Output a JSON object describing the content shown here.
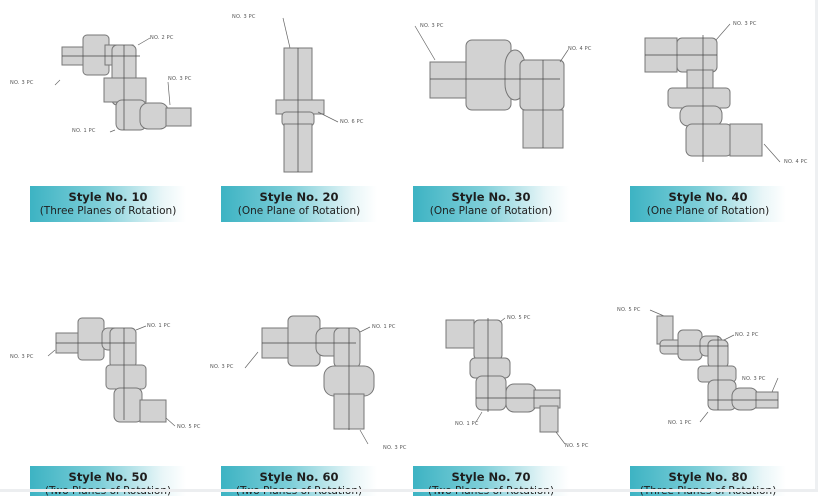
{
  "styles": [
    {
      "title": "Style No. 10",
      "subtitle": "(Three Planes of Rotation)",
      "parts": [
        "NO. 2 PC",
        "NO. 3 PC",
        "NO. 3 PC",
        "NO. 1 PC"
      ]
    },
    {
      "title": "Style No. 20",
      "subtitle": "(One Plane of Rotation)",
      "parts": [
        "NO. 3 PC",
        "NO. 6 PC"
      ]
    },
    {
      "title": "Style No. 30",
      "subtitle": "(One Plane of Rotation)",
      "parts": [
        "NO. 3 PC",
        "NO. 4 PC"
      ]
    },
    {
      "title": "Style No. 40",
      "subtitle": "(One Plane of Rotation)",
      "parts": [
        "NO. 3 PC",
        "NO. 4 PC"
      ]
    },
    {
      "title": "Style No. 50",
      "subtitle": "(Two Planes of Rotation)",
      "parts": [
        "NO. 1 PC",
        "NO. 3 PC",
        "NO. 5 PC"
      ]
    },
    {
      "title": "Style No. 60",
      "subtitle": "(Two Planes of Rotation)",
      "parts": [
        "NO. 1 PC",
        "NO. 3 PC",
        "NO. 3 PC"
      ]
    },
    {
      "title": "Style No. 70",
      "subtitle": "(Two Planes of Rotation)",
      "parts": [
        "NO. 5 PC",
        "NO. 1 PC",
        "NO. 5 PC"
      ]
    },
    {
      "title": "Style No. 80",
      "subtitle": "(Three Planes of Rotation)",
      "parts": [
        "NO. 5 PC",
        "NO. 2 PC",
        "NO. 3 PC",
        "NO. 1 PC"
      ]
    }
  ]
}
